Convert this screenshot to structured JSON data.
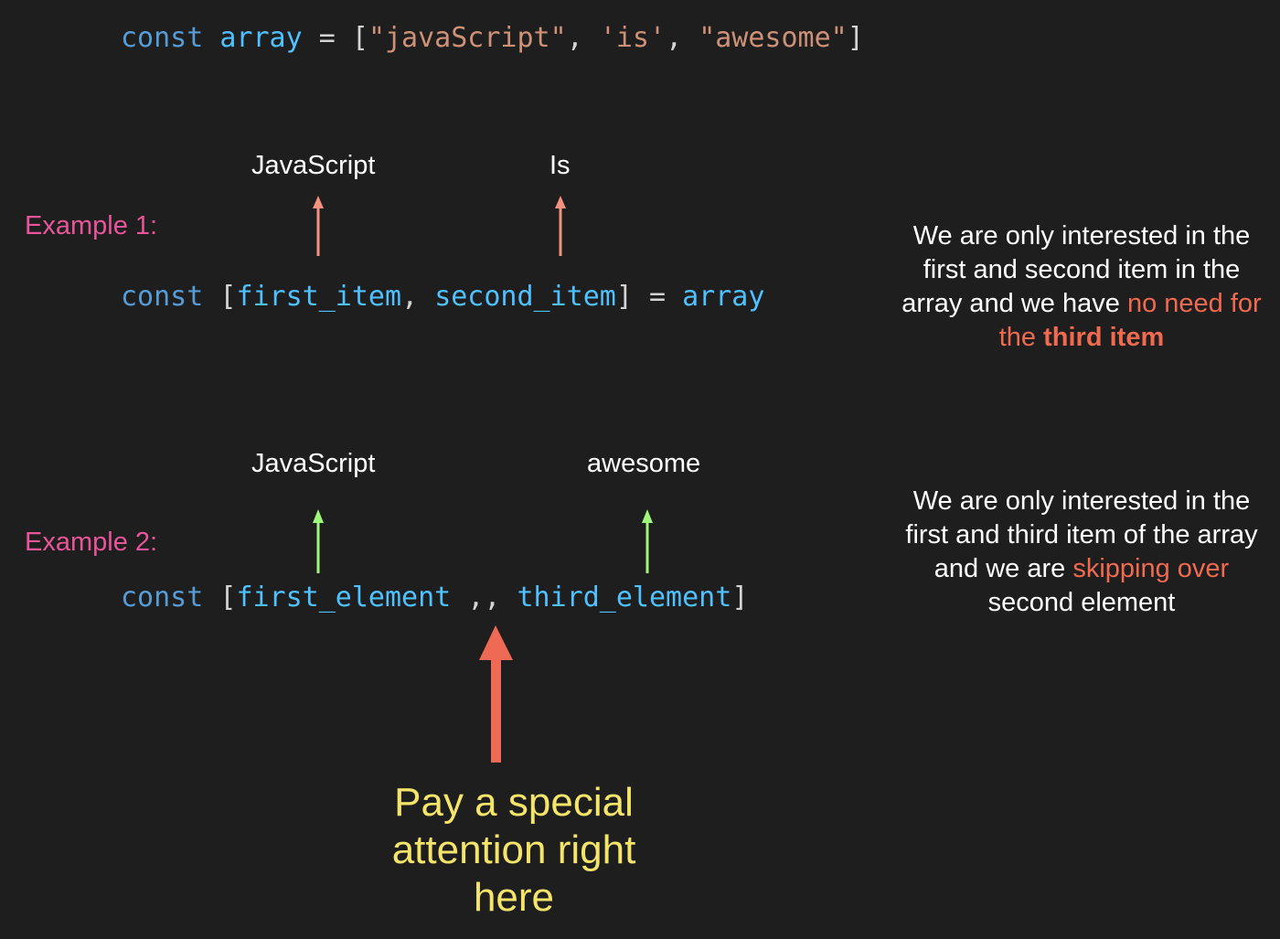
{
  "header_code": {
    "kw": "const",
    "var": "array",
    "eq": "=",
    "open": "[",
    "s1": "\"javaScript\"",
    "c1": ",",
    "s2": "'is'",
    "c2": ",",
    "s3": "\"awesome\"",
    "close": "]"
  },
  "example1": {
    "label": "Example 1:",
    "label_first": "JavaScript",
    "label_second": "Is",
    "code": {
      "kw": "const",
      "open": "[",
      "v1": "first_item",
      "comma": ",",
      "v2": "second_item",
      "close": "]",
      "eq": "=",
      "rhs": "array"
    },
    "note": {
      "text1": "We are only interested in the first and second item  in the array and we have ",
      "highlight1": "no need for the ",
      "highlight_bold": "third item"
    },
    "arrow_color": "#f4917f"
  },
  "example2": {
    "label": "Example 2:",
    "label_first": "JavaScript",
    "label_third": "awesome",
    "code": {
      "kw": "const",
      "open": "[",
      "v1": "first_element",
      "skip": ",,",
      "v3": "third_element",
      "close": "]"
    },
    "note": {
      "text1": "We are only interested in the first and third item  of the array and we are ",
      "highlight": "skipping over",
      "text2": " second element"
    },
    "arrow_color": "#9ef77a"
  },
  "callout": {
    "text": "Pay a special attention right here",
    "arrow_color": "#ee6a55"
  }
}
